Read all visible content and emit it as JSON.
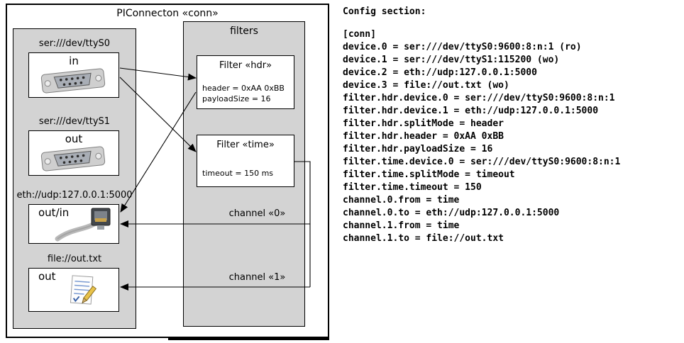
{
  "diagram": {
    "title": "PIConnecton «conn»",
    "filters_panel_title": "filters",
    "devices": [
      {
        "label": "ser:///dev/ttyS0",
        "direction": "in",
        "icon": "serial-connector"
      },
      {
        "label": "ser:///dev/ttyS1",
        "direction": "out",
        "icon": "serial-connector"
      },
      {
        "label": "eth://udp:127.0.0.1:5000",
        "direction": "out/in",
        "icon": "ethernet-connector"
      },
      {
        "label": "file://out.txt",
        "direction": "out",
        "icon": "notepad"
      }
    ],
    "filters": [
      {
        "title": "Filter «hdr»",
        "properties": [
          "header = 0xAA 0xBB",
          "payloadSize = 16"
        ]
      },
      {
        "title": "Filter «time»",
        "properties": [
          "timeout = 150 ms"
        ]
      }
    ],
    "channels": [
      {
        "label": "channel «0»"
      },
      {
        "label": "channel «1»"
      }
    ]
  },
  "config": {
    "title": "Config section:",
    "lines": [
      "[conn]",
      "device.0 = ser:///dev/ttyS0:9600:8:n:1 (ro)",
      "device.1 = ser:///dev/ttyS1:115200 (wo)",
      "device.2 = eth://udp:127.0.0.1:5000",
      "device.3 = file://out.txt (wo)",
      "filter.hdr.device.0 = ser:///dev/ttyS0:9600:8:n:1",
      "filter.hdr.device.1 = eth://udp:127.0.0.1:5000",
      "filter.hdr.splitMode = header",
      "filter.hdr.header = 0xAA 0xBB",
      "filter.hdr.payloadSize = 16",
      "filter.time.device.0 = ser:///dev/ttyS0:9600:8:n:1",
      "filter.time.splitMode = timeout",
      "filter.time.timeout = 150",
      "channel.0.from = time",
      "channel.0.to = eth://udp:127.0.0.1:5000",
      "channel.1.from = time",
      "channel.1.to = file://out.txt"
    ]
  }
}
